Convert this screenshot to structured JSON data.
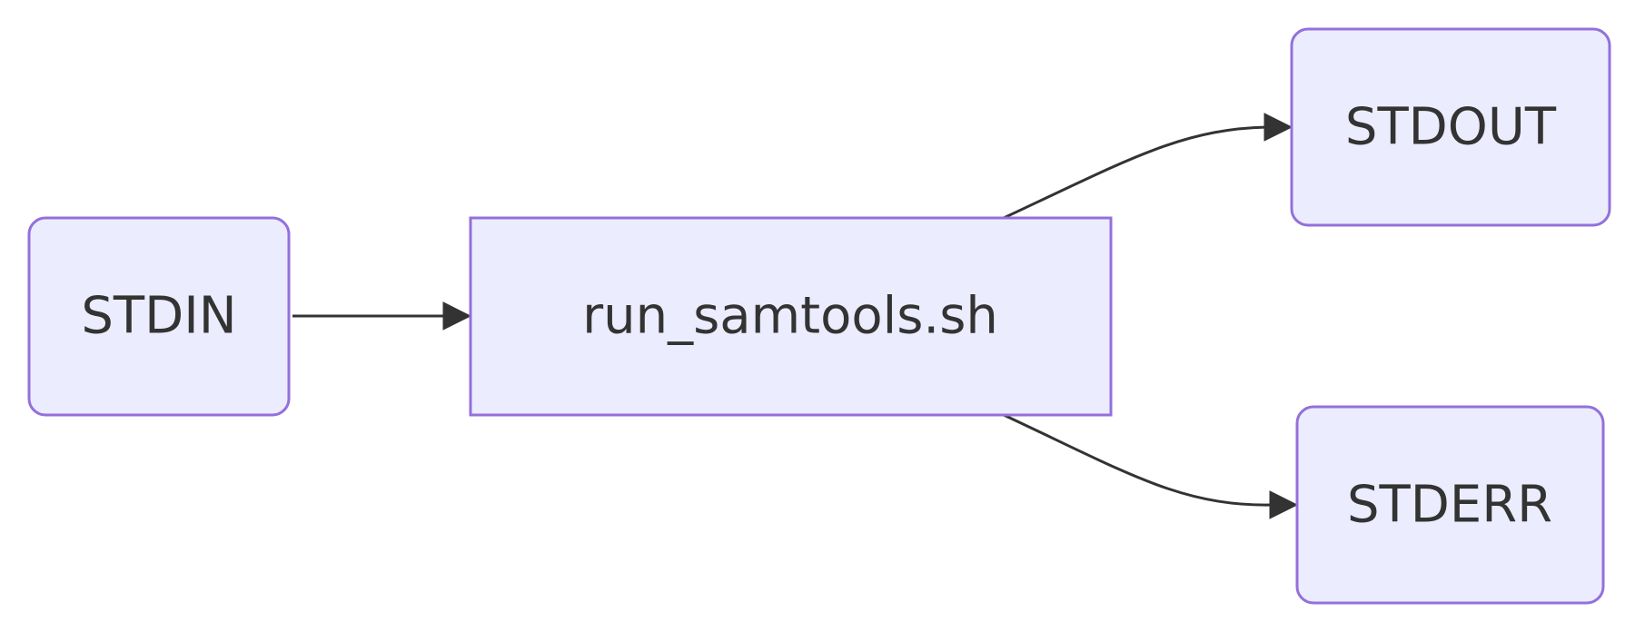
{
  "nodes": {
    "stdin": {
      "label": "STDIN"
    },
    "script": {
      "label": "run_samtools.sh"
    },
    "stdout": {
      "label": "STDOUT"
    },
    "stderr": {
      "label": "STDERR"
    }
  },
  "colors": {
    "node_fill": "#ececff",
    "node_stroke": "#9370db",
    "edge": "#333333",
    "text": "#333333"
  }
}
